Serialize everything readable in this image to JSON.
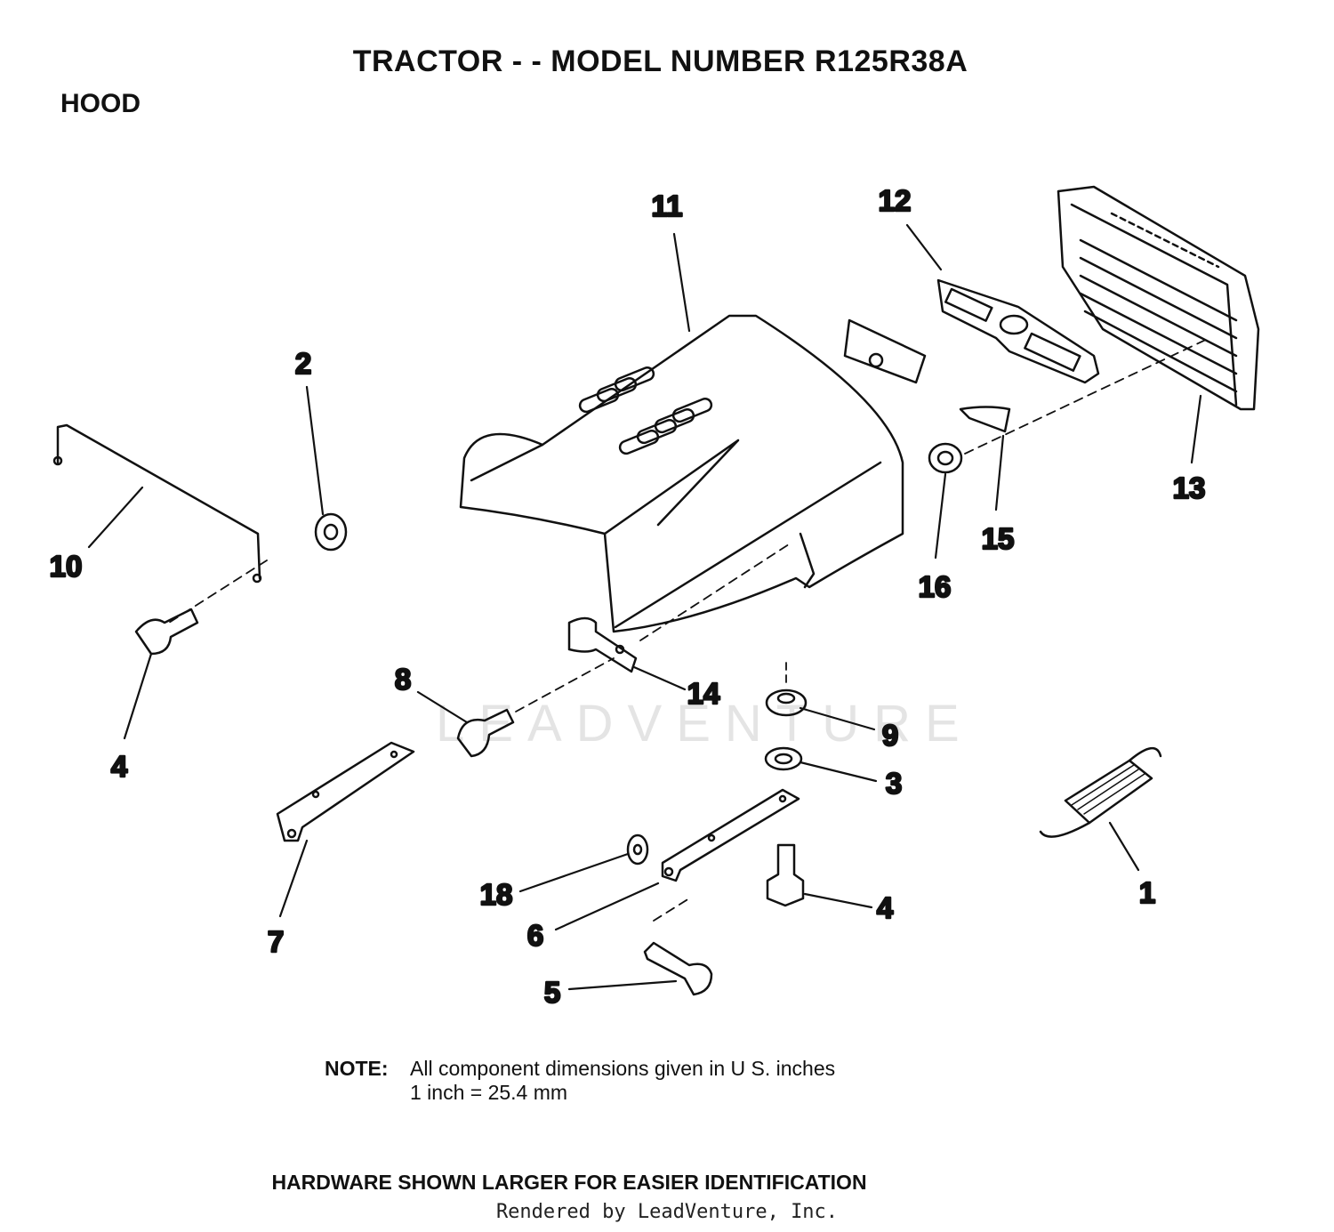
{
  "header": {
    "title": "TRACTOR - - MODEL NUMBER R125R38A",
    "section": "HOOD"
  },
  "watermark": "LEADVENTURE",
  "callouts": [
    "1",
    "2",
    "3",
    "4",
    "4",
    "5",
    "6",
    "7",
    "8",
    "9",
    "10",
    "11",
    "12",
    "13",
    "14",
    "15",
    "16",
    "18"
  ],
  "note": {
    "label": "NOTE:",
    "line1": "All component dimensions given in U  S. inches",
    "line2": "1 inch = 25.4 mm"
  },
  "footer": {
    "hardware": "HARDWARE SHOWN LARGER FOR EASIER IDENTIFICATION",
    "rendered_by": "Rendered by LeadVenture, Inc."
  }
}
